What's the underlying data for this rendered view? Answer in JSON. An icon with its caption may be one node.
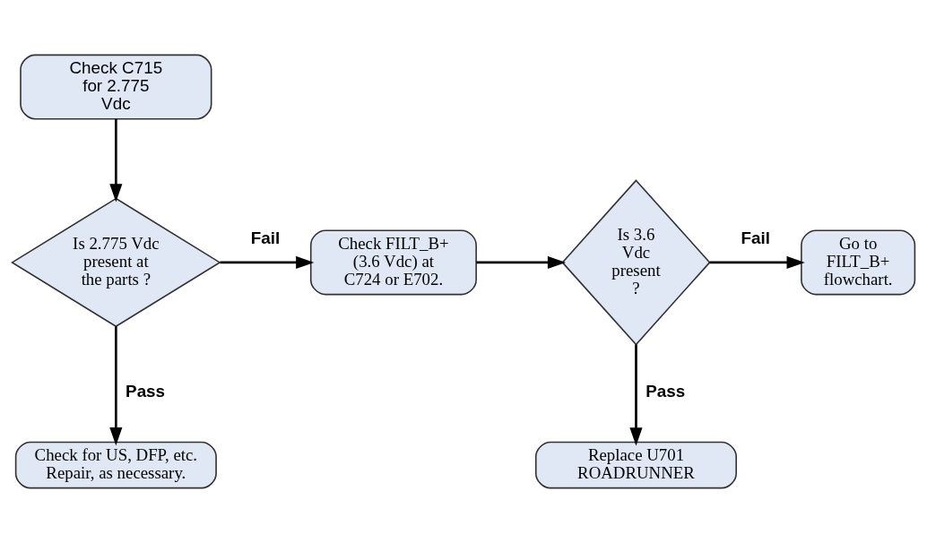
{
  "diagram": {
    "nodes": [
      {
        "text": [
          "Check C715 for 2.775 Vdc"
        ]
      },
      {
        "text": [
          "Is 2.775 Vdc present at the parts ?"
        ]
      },
      {
        "text": [
          "Check FILT_B+ (3.6 Vdc) at C724 or E702."
        ]
      },
      {
        "text": [
          "Is 3.6 Vdc present ?"
        ]
      },
      {
        "text": [
          "Go to FILT_B+ flowchart."
        ]
      },
      {
        "text": [
          "Check for US, DFP, etc. Repair, as necessary."
        ]
      },
      {
        "text": [
          "Replace U701 ROADRUNNER"
        ]
      }
    ],
    "edges": [
      {
        "from": 0,
        "to": 1,
        "arrow": "to"
      },
      {
        "from": 1,
        "to": 2,
        "arrow": "to",
        "label": "Fail"
      },
      {
        "from": 2,
        "to": 3,
        "arrow": "to"
      },
      {
        "from": 3,
        "to": 4,
        "arrow": "to",
        "label": "Fail"
      },
      {
        "from": 1,
        "to": 5,
        "arrow": "to",
        "label": "Pass"
      },
      {
        "from": 3,
        "to": 6,
        "arrow": "to",
        "label": "Pass"
      }
    ]
  }
}
